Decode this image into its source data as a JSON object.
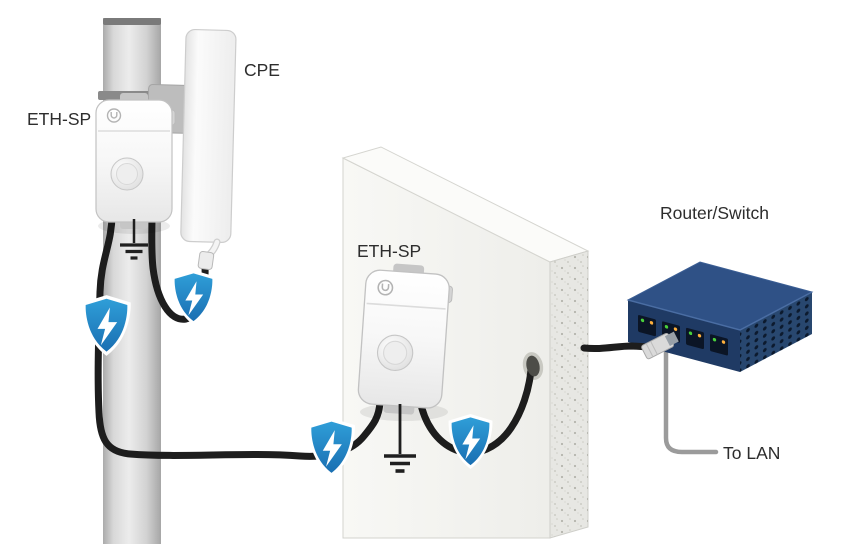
{
  "diagram": {
    "labels": {
      "cpe": "CPE",
      "eth_sp_pole": "ETH-SP",
      "eth_sp_wall": "ETH-SP",
      "router_switch": "Router/Switch",
      "to_lan": "To LAN"
    },
    "icons": {
      "surge_shield": "blue-shield-lightning-bolt-icon",
      "ground": "earth-ground-symbol",
      "device_logo": "ubiquiti-u-logo"
    },
    "surge_shield_count": 4,
    "colors": {
      "shield_blue_top": "#2f9ed8",
      "shield_blue_bottom": "#1a6fb2",
      "bolt_white": "#ffffff",
      "cable_black": "#1d1d1d",
      "lan_cable_gray": "#9b9b9b",
      "router_top_blue": "#2f5186",
      "router_front_blue": "#1f3a64",
      "router_side_blue": "#28476f",
      "led_green": "#49d13b",
      "led_amber": "#ffb03c",
      "wall_white": "#f5f4f1",
      "pole_gray": "#d9d9d9",
      "device_white": "#fafafa",
      "label_text": "#2d2d2d"
    }
  }
}
